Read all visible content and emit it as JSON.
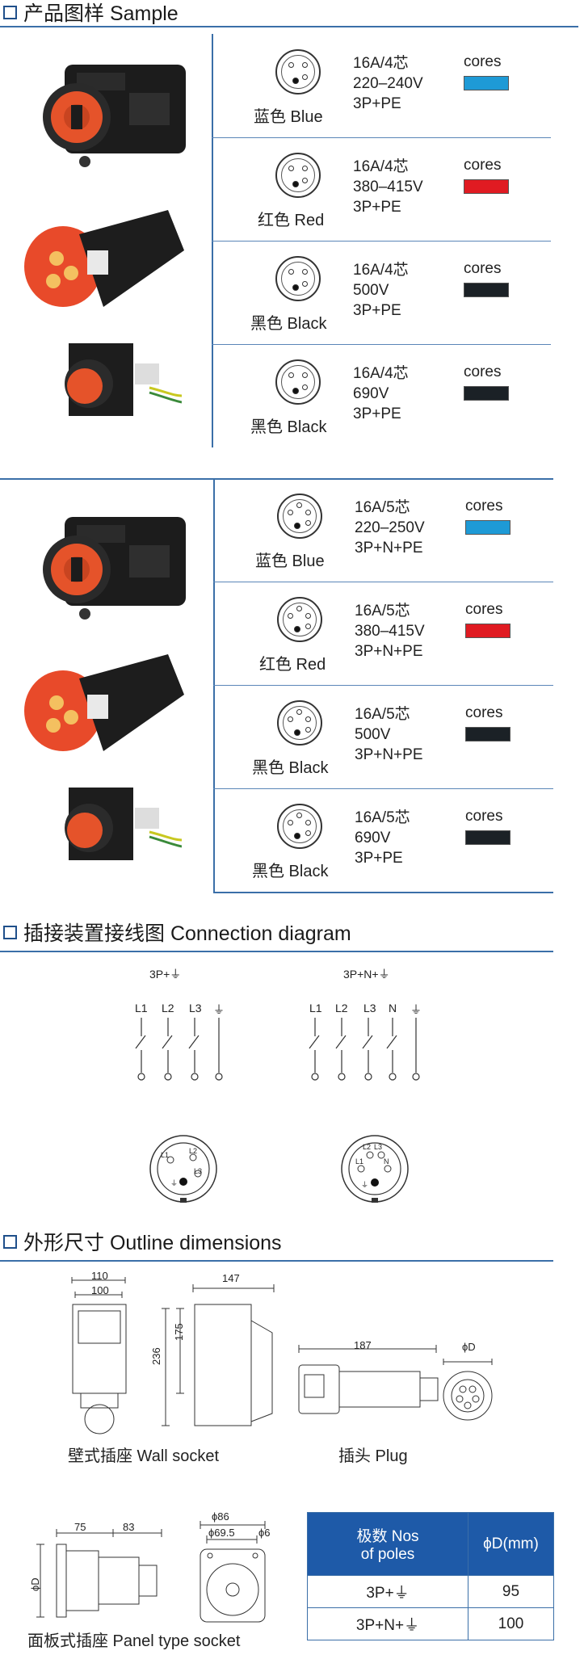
{
  "sections": {
    "sample": "产品图样 Sample",
    "connection": "插接装置接线图 Connection diagram",
    "outline": "外形尺寸 Outline dimensions"
  },
  "group1": [
    {
      "color": "蓝色  Blue",
      "spec": "16A/4芯\n220–240V\n3P+PE",
      "cores": "cores",
      "swatch": "#1e9ad6"
    },
    {
      "color": "红色  Red",
      "spec": "16A/4芯\n380–415V\n3P+PE",
      "cores": "cores",
      "swatch": "#e01b22"
    },
    {
      "color": "黑色  Black",
      "spec": "16A/4芯\n500V\n3P+PE",
      "cores": "cores",
      "swatch": "#1b2126"
    },
    {
      "color": "黑色  Black",
      "spec": "16A/4芯\n690V\n3P+PE",
      "cores": "cores",
      "swatch": "#1b2126"
    }
  ],
  "group2": [
    {
      "color": "蓝色  Blue",
      "spec": "16A/5芯\n220–250V\n3P+N+PE",
      "cores": "cores",
      "swatch": "#1e9ad6"
    },
    {
      "color": "红色  Red",
      "spec": "16A/5芯\n380–415V\n3P+N+PE",
      "cores": "cores",
      "swatch": "#e01b22"
    },
    {
      "color": "黑色  Black",
      "spec": "16A/5芯\n500V\n3P+N+PE",
      "cores": "cores",
      "swatch": "#1b2126"
    },
    {
      "color": "黑色  Black",
      "spec": "16A/5芯\n690V\n3P+PE",
      "cores": "cores",
      "swatch": "#1b2126"
    }
  ],
  "diagram": {
    "left_title": "3P+⏚",
    "right_title": "3P+N+⏚",
    "left_labels": [
      "L1",
      "L2",
      "L3",
      "⏚"
    ],
    "right_labels": [
      "L1",
      "L2",
      "L3",
      "N",
      "⏚"
    ],
    "face4": [
      "L1",
      "L2",
      "L3",
      "⏚"
    ],
    "face5": [
      "L2",
      "L3",
      "L1",
      "N",
      "⏚"
    ]
  },
  "dims": {
    "wall_110": "110",
    "wall_100": "100",
    "wall_236": "236",
    "wall_175": "175",
    "wall_147": "147",
    "plug_187": "187",
    "plug_phiD": "ϕD",
    "panel_75": "75",
    "panel_83": "83",
    "panel_phiD": "ϕD",
    "panel_86": "ϕ86",
    "panel_695": "ϕ69.5",
    "panel_6": "ϕ6",
    "wall_caption": "壁式插座 Wall socket",
    "plug_caption": "插头 Plug",
    "panel_caption": "面板式插座  Panel type socket"
  },
  "table": {
    "h1a": "极数 Nos",
    "h1b": "of poles",
    "h2": "ϕD(mm)",
    "rows": [
      {
        "poles": "3P+⏚",
        "d": "95"
      },
      {
        "poles": "3P+N+⏚",
        "d": "100"
      }
    ]
  },
  "colors": {
    "accent": "#1e5aa8",
    "line": "#3b6fa8"
  }
}
